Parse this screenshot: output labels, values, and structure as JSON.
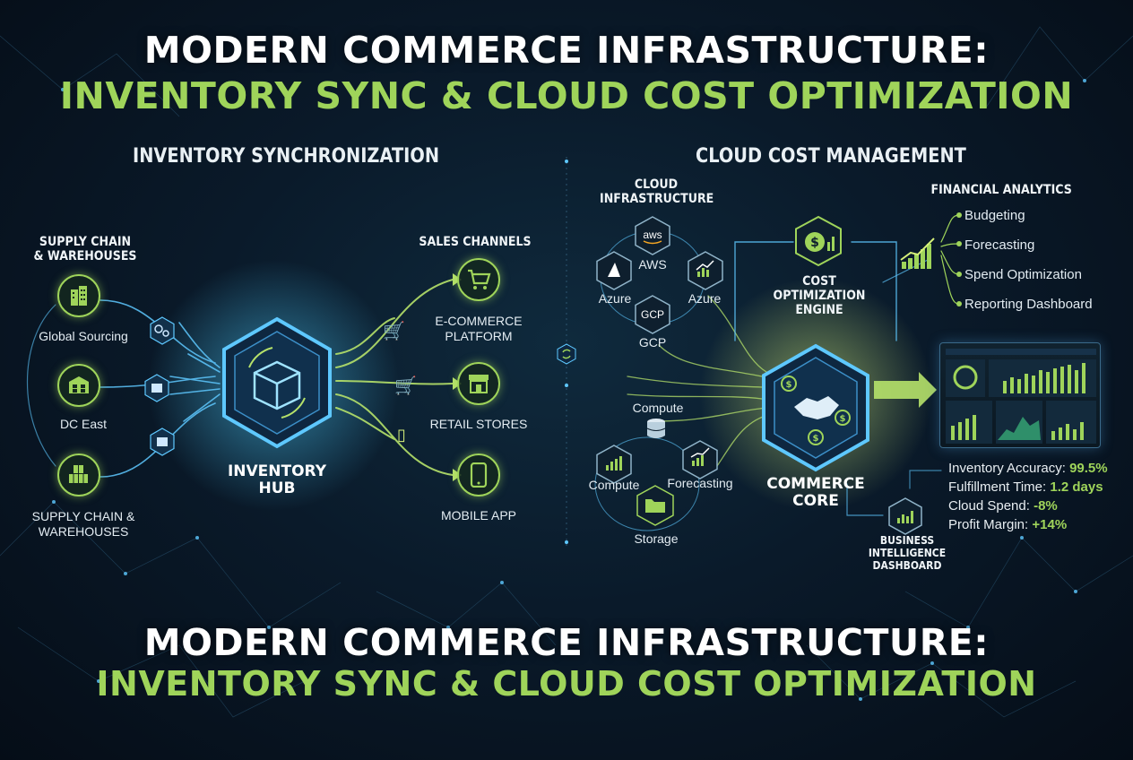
{
  "header": {
    "title_line1": "MODERN COMMERCE INFRASTRUCTURE:",
    "title_line2": "INVENTORY SYNC  & CLOUD COST OPTIMIZATION"
  },
  "footer": {
    "title_line1": "MODERN COMMERCE INFRASTRUCTURE:",
    "title_line2": "INVENTORY SYNC & CLOUD COST OPTIMIZATION"
  },
  "inventory": {
    "section_title": "INVENTORY SYNCHRONIZATION",
    "supply_header": "SUPPLY CHAIN\n& WAREHOUSES",
    "sources": [
      {
        "label": "Global Sourcing",
        "icon": "building-icon"
      },
      {
        "label": "DC East",
        "icon": "warehouse-icon"
      },
      {
        "label": "SUPPLY CHAIN &\nWAREHOUSES",
        "icon": "boxes-icon"
      }
    ],
    "hub_label": "INVENTORY\nHUB",
    "channels_header": "SALES CHANNELS",
    "channels": [
      {
        "label": "E-COMMERCE\nPLATFORM",
        "icon": "cart-icon"
      },
      {
        "label": "RETAIL STORES",
        "icon": "storefront-icon"
      },
      {
        "label": "MOBILE APP",
        "icon": "mobile-icon"
      }
    ]
  },
  "cloud": {
    "section_title": "CLOUD COST MANAGEMENT",
    "infra_header": "CLOUD\nINFRASTRUCTURE",
    "providers": [
      {
        "badge": "aws",
        "label": "AWS"
      },
      {
        "badge": "",
        "label": "Azure"
      },
      {
        "badge": "",
        "label": "Azure"
      },
      {
        "badge": "GCP",
        "label": "GCP"
      }
    ],
    "resources": [
      {
        "label": "Compute",
        "icon": "database-icon"
      },
      {
        "label": "Compute",
        "icon": "bar-chart-icon"
      },
      {
        "label": "Forecasting",
        "icon": "trend-chart-icon"
      },
      {
        "label": "Storage",
        "icon": "folder-icon"
      }
    ],
    "engine_label": "COST OPTIMIZATION\nENGINE",
    "core_label": "COMMERCE\nCORE",
    "bi_label": "BUSINESS\nINTELLIGENCE\nDASHBOARD",
    "analytics_header": "FINANCIAL ANALYTICS",
    "analytics_items": [
      "Budgeting",
      "Forecasting",
      "Spend Optimization",
      "Reporting Dashboard"
    ],
    "metrics": [
      {
        "label": "Inventory Accuracy:",
        "value": "99.5%"
      },
      {
        "label": "Fulfillment Time:",
        "value": "1.2 days"
      },
      {
        "label": "Cloud Spend:",
        "value": "-8%"
      },
      {
        "label": "Profit Margin:",
        "value": "+14%"
      }
    ]
  },
  "colors": {
    "accent_green": "#9fd45a",
    "glow_blue": "#5ec8ff",
    "background": "#0a1a2a"
  }
}
